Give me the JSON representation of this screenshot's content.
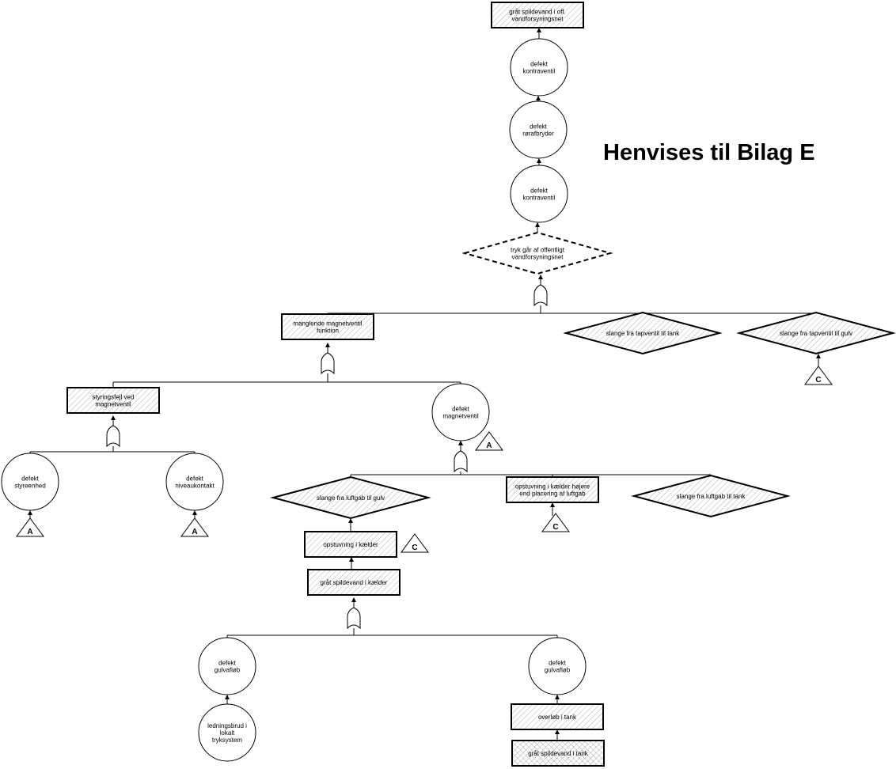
{
  "title": "Henvises til Bilag E",
  "nodes": {
    "top_event": {
      "shape": "rect",
      "hatch": true,
      "lines": [
        "gråt spildevand i off.",
        "vandforsyningsnet"
      ]
    },
    "check_valve_upper": {
      "shape": "circle",
      "lines": [
        "defekt",
        "kontraventil"
      ]
    },
    "pipe_breaker": {
      "shape": "circle",
      "lines": [
        "defekt",
        "rørafbryder"
      ]
    },
    "check_valve_lower": {
      "shape": "circle",
      "lines": [
        "defekt",
        "kontraventil"
      ]
    },
    "pressure_drop": {
      "shape": "diamond",
      "dashed": true,
      "lines": [
        "tryk går af offentligt",
        "vandforsyningsnet"
      ]
    },
    "missing_solenoid_function": {
      "shape": "rect",
      "hatch": true,
      "lines": [
        "manglende magnetventil",
        "funktion"
      ]
    },
    "hose_tap_to_tank": {
      "shape": "diamond",
      "hatch": true,
      "lines": [
        "slange fra tapventil til tank"
      ]
    },
    "hose_tap_to_floor": {
      "shape": "diamond",
      "hatch": true,
      "lines": [
        "slange fra tapventil til gulv"
      ]
    },
    "control_error_solenoid": {
      "shape": "rect",
      "hatch": true,
      "lines": [
        "styringsfejl ved",
        "magnetventil"
      ]
    },
    "defective_solenoid": {
      "shape": "circle",
      "lines": [
        "defekt",
        "magnetventil"
      ]
    },
    "defective_control_unit": {
      "shape": "circle",
      "lines": [
        "defekt",
        "styreenhed"
      ]
    },
    "defective_level_contact": {
      "shape": "circle",
      "lines": [
        "defekt",
        "niveaukontakt"
      ]
    },
    "hose_airgap_to_floor": {
      "shape": "diamond",
      "hatch": true,
      "lines": [
        "slange fra luftgab til gulv"
      ]
    },
    "backflow_basement_higher": {
      "shape": "rect",
      "hatch": true,
      "lines": [
        "opstuvning i kælder højere",
        "end placering af luftgab"
      ]
    },
    "hose_airgap_to_tank": {
      "shape": "diamond",
      "hatch": true,
      "lines": [
        "slange fra luftgab til tank"
      ]
    },
    "backflow_basement": {
      "shape": "rect",
      "hatch": true,
      "lines": [
        "opstuvning i kælder"
      ]
    },
    "grey_water_basement": {
      "shape": "rect",
      "hatch": true,
      "lines": [
        "gråt spildevand i kælder"
      ]
    },
    "floor_drain_left": {
      "shape": "circle",
      "lines": [
        "defekt",
        "gulvafløb"
      ]
    },
    "floor_drain_right": {
      "shape": "circle",
      "lines": [
        "defekt",
        "gulvafløb"
      ]
    },
    "pipe_break_local": {
      "shape": "circle",
      "lines": [
        "ledningsbrud i",
        "lokalt",
        "tryksystem"
      ]
    },
    "tank_overflow": {
      "shape": "rect",
      "hatch": true,
      "lines": [
        "overløb i tank"
      ]
    },
    "grey_water_tank": {
      "shape": "rect",
      "hatch": "cross",
      "lines": [
        "gråt spildevand i tank"
      ]
    }
  },
  "transfers": {
    "t_hose_floor": "C",
    "t_solenoid": "A",
    "t_control_unit": "A",
    "t_level_contact": "A",
    "t_backflow_basement": "C",
    "t_backflow_higher": "C"
  },
  "colors": {
    "line": "#000000",
    "hatch": "#9a9a9a",
    "fill": "#ffffff"
  }
}
